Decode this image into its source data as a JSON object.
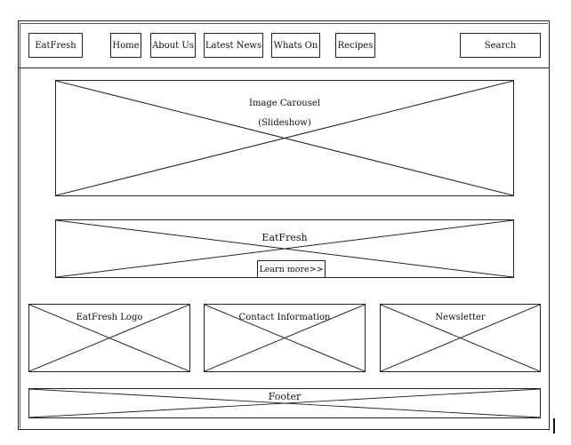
{
  "nav": {
    "logo_label": "EatFresh",
    "items": [
      "Home",
      "About Us",
      "Latest News",
      "Whats On",
      "Recipes"
    ],
    "search_label": "Search"
  },
  "carousel": {
    "line1": "Image Carousel",
    "line2": "(Slideshow)"
  },
  "banner": {
    "title": "EatFresh",
    "button_label": "Learn more>>"
  },
  "columns": [
    "EatFresh Logo",
    "Contact Information",
    "Newsletter"
  ],
  "footer": {
    "label": "Footer"
  }
}
